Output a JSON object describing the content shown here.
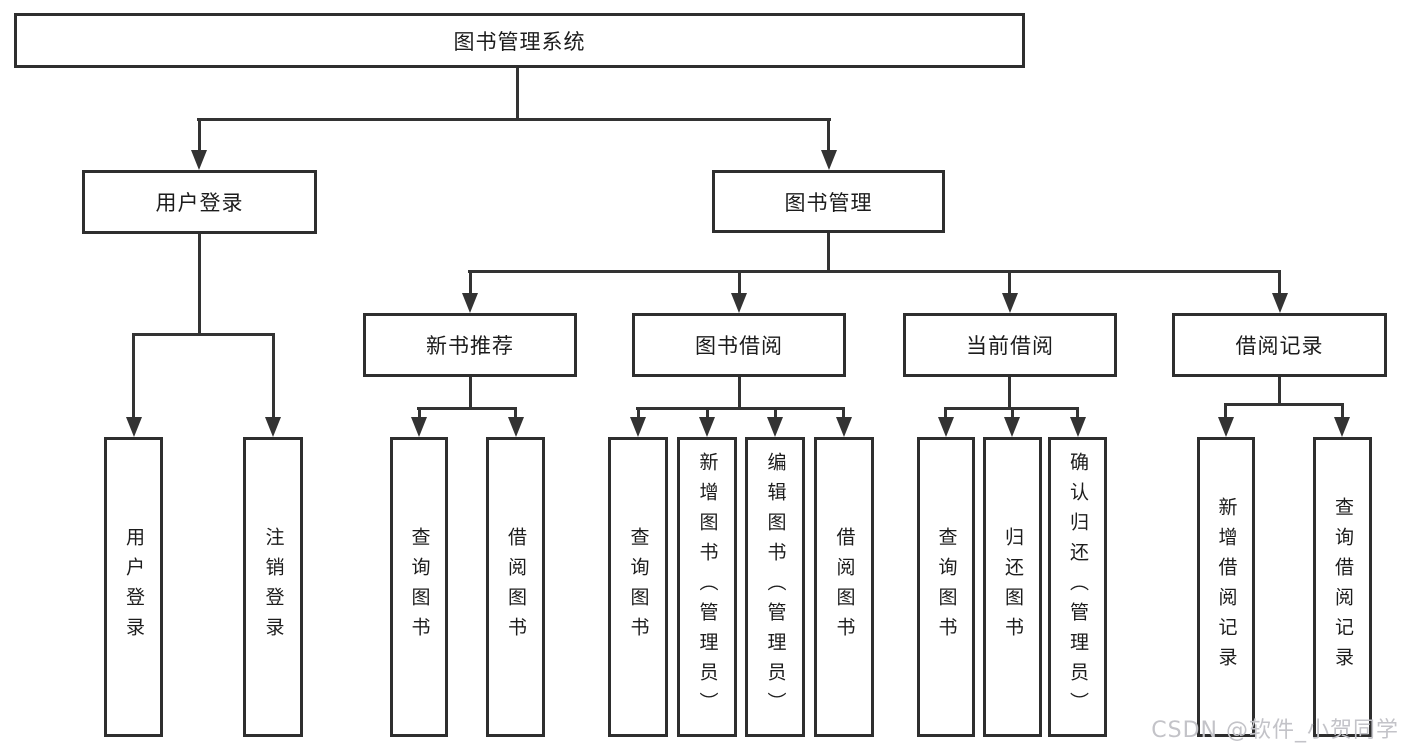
{
  "diagram": {
    "root": "图书管理系统",
    "level2": {
      "user_login": "用户登录",
      "book_management": "图书管理"
    },
    "level3": [
      "新书推荐",
      "图书借阅",
      "当前借阅",
      "借阅记录"
    ],
    "leaves": {
      "user_login": [
        "用户登录",
        "注销登录"
      ],
      "new_book_recommend": [
        "查询图书",
        "借阅图书"
      ],
      "book_borrow": [
        "查询图书",
        "新增图书（管理员）",
        "编辑图书（管理员）",
        "借阅图书"
      ],
      "current_borrow": [
        "查询图书",
        "归还图书",
        "确认归还（管理员）"
      ],
      "borrow_records": [
        "新增借阅记录",
        "查询借阅记录"
      ]
    }
  },
  "watermark": "CSDN @软件_小贺同学",
  "colors": {
    "line": "#333333",
    "border": "#2e2e2e",
    "text": "#1c1c1c",
    "watermark": "#c3c3c8",
    "background": "#ffffff"
  }
}
